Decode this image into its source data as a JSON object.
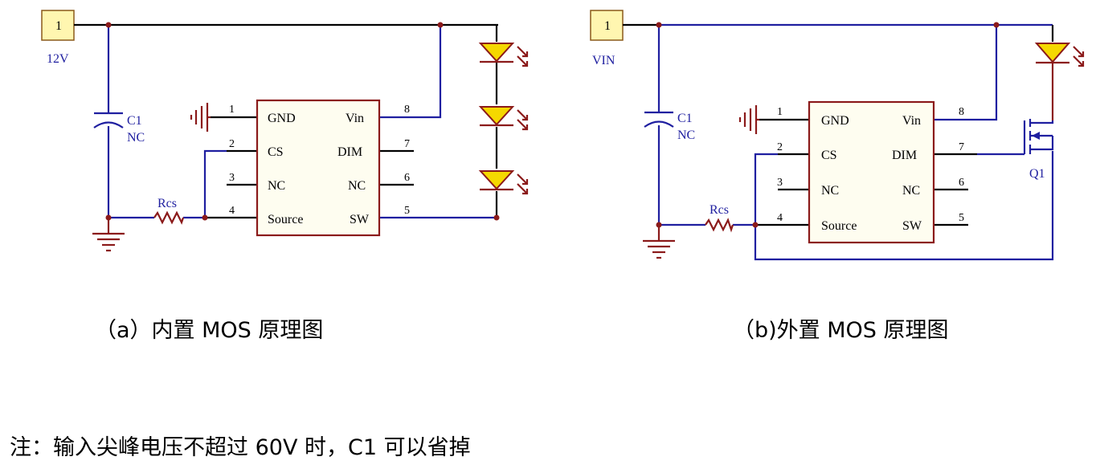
{
  "diagram_a": {
    "port_number": "1",
    "port_label": "12V",
    "cap_name": "C1",
    "cap_value": "NC",
    "resistor": "Rcs",
    "ic_left_pins": [
      {
        "num": "1",
        "name": "GND"
      },
      {
        "num": "2",
        "name": "CS"
      },
      {
        "num": "3",
        "name": "NC"
      },
      {
        "num": "4",
        "name": "Source"
      }
    ],
    "ic_right_pins": [
      {
        "num": "8",
        "name": "Vin"
      },
      {
        "num": "7",
        "name": "DIM"
      },
      {
        "num": "6",
        "name": "NC"
      },
      {
        "num": "5",
        "name": "SW"
      }
    ],
    "caption": "（a）内置 MOS 原理图"
  },
  "diagram_b": {
    "port_number": "1",
    "port_label": "VIN",
    "cap_name": "C1",
    "cap_value": "NC",
    "resistor": "Rcs",
    "mosfet": "Q1",
    "ic_left_pins": [
      {
        "num": "1",
        "name": "GND"
      },
      {
        "num": "2",
        "name": "CS"
      },
      {
        "num": "3",
        "name": "NC"
      },
      {
        "num": "4",
        "name": "Source"
      }
    ],
    "ic_right_pins": [
      {
        "num": "8",
        "name": "Vin"
      },
      {
        "num": "7",
        "name": "DIM"
      },
      {
        "num": "6",
        "name": "NC"
      },
      {
        "num": "5",
        "name": "SW"
      }
    ],
    "caption": "（b)外置 MOS 原理图"
  },
  "note": "注：输入尖峰电压不超过 60V 时，C1 可以省掉",
  "colors": {
    "wire": "#1f1fa0",
    "component": "#8b1a1a",
    "led_fill": "#f5d800",
    "port_fill": "#fff6b0"
  }
}
